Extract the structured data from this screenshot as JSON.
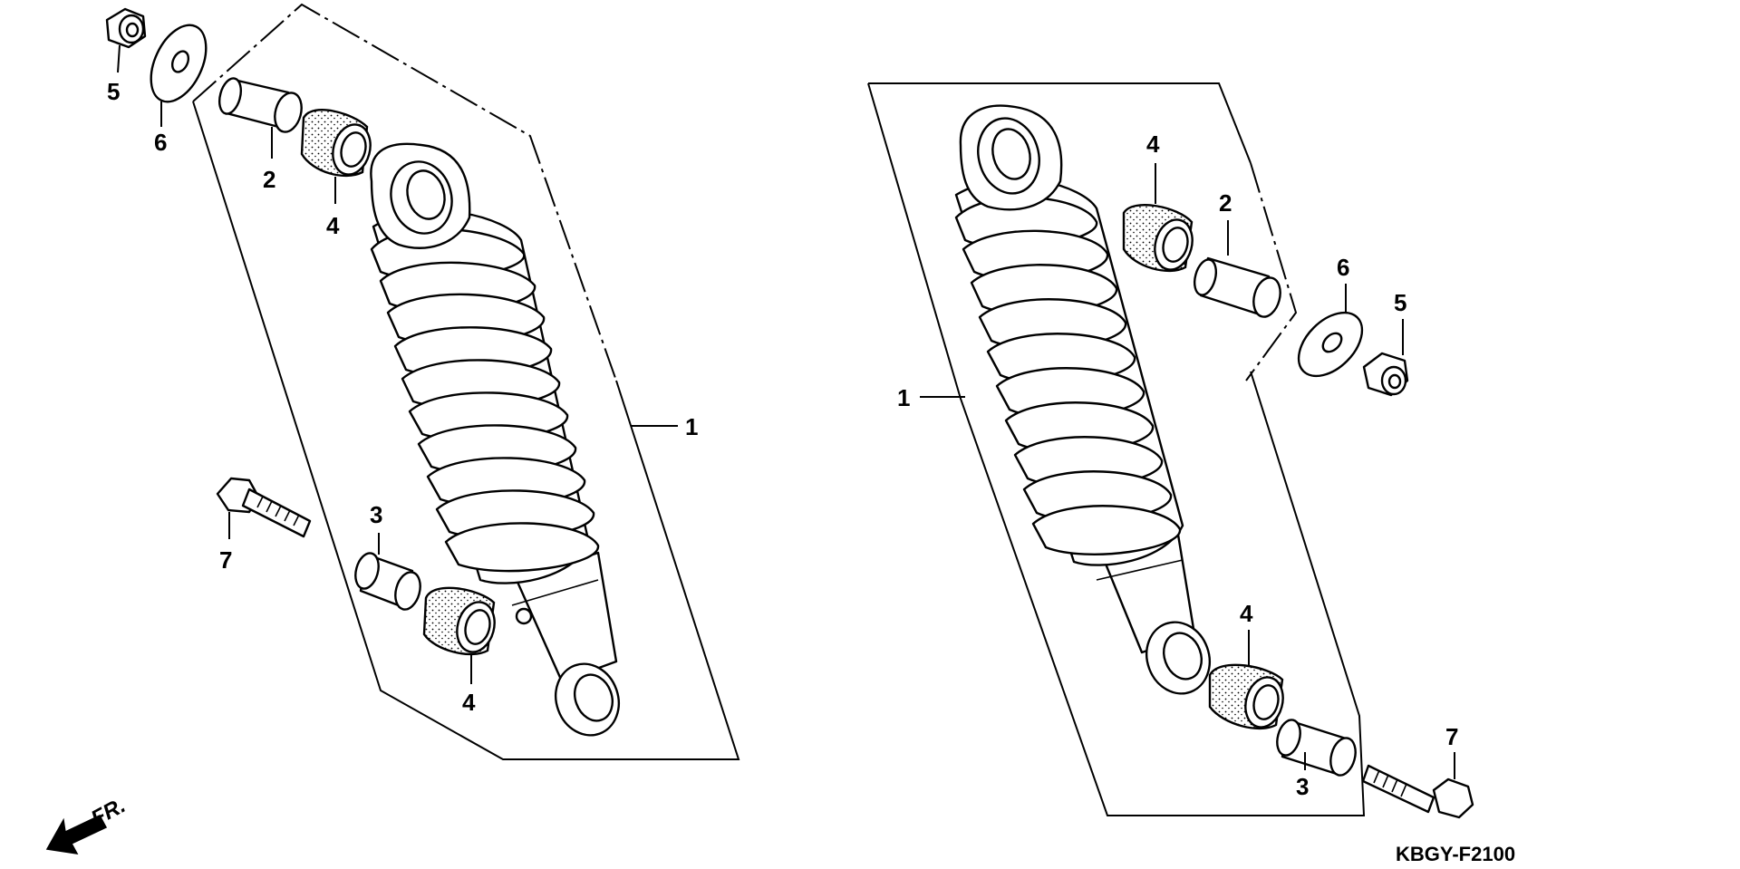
{
  "diagram_code": "KBGY-F2100",
  "front_indicator": "FR.",
  "left_assembly": {
    "callouts": {
      "shock": "1",
      "collar_upper": "2",
      "bushing_upper": "4",
      "collar_lower": "3",
      "bushing_lower": "4",
      "nut": "5",
      "washer": "6",
      "bolt": "7"
    }
  },
  "right_assembly": {
    "callouts": {
      "shock": "1",
      "bushing_upper": "4",
      "collar_upper": "2",
      "washer": "6",
      "nut": "5",
      "bushing_lower": "4",
      "collar_lower": "3",
      "bolt": "7"
    }
  }
}
